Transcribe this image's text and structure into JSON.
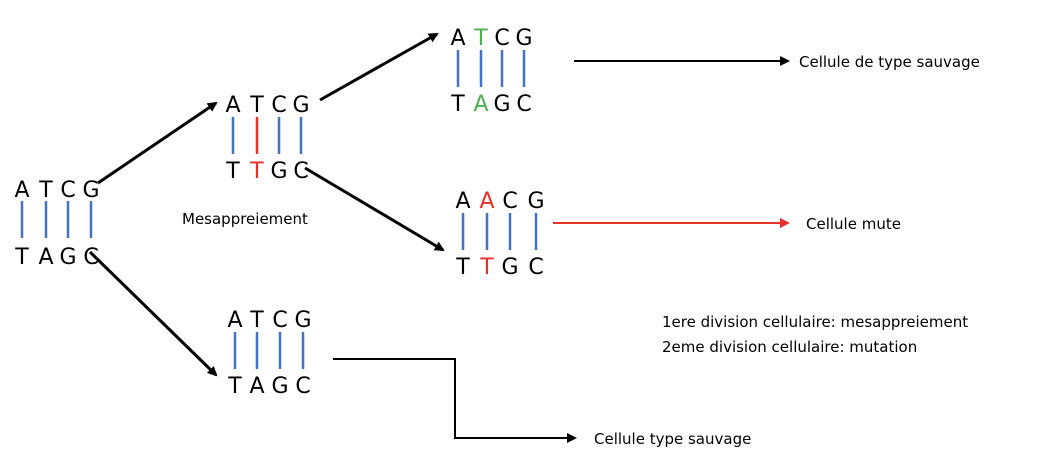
{
  "colors": {
    "bond": "#4472C4",
    "mismatch": "#E8302A",
    "wildtype_highlight": "#4CAF50",
    "arrow": "#000000",
    "text": "#000000"
  },
  "molecules": [
    {
      "id": "parent",
      "top": [
        "A",
        "T",
        "C",
        "G"
      ],
      "bottom": [
        "T",
        "A",
        "G",
        "C"
      ],
      "top_colors": [
        "text",
        "text",
        "text",
        "text"
      ],
      "bottom_colors": [
        "text",
        "text",
        "text",
        "text"
      ],
      "bond_colors": [
        "bond",
        "bond",
        "bond",
        "bond"
      ]
    },
    {
      "id": "mismatch",
      "top": [
        "A",
        "T",
        "C",
        "G"
      ],
      "bottom": [
        "T",
        "T",
        "G",
        "C"
      ],
      "top_colors": [
        "text",
        "text",
        "text",
        "text"
      ],
      "bottom_colors": [
        "text",
        "mismatch",
        "text",
        "text"
      ],
      "bond_colors": [
        "bond",
        "mismatch",
        "bond",
        "bond"
      ]
    },
    {
      "id": "gen2-wild",
      "top": [
        "A",
        "T",
        "C",
        "G"
      ],
      "bottom": [
        "T",
        "A",
        "G",
        "C"
      ],
      "top_colors": [
        "text",
        "wildtype_highlight",
        "text",
        "text"
      ],
      "bottom_colors": [
        "text",
        "wildtype_highlight",
        "text",
        "text"
      ],
      "bond_colors": [
        "bond",
        "bond",
        "bond",
        "bond"
      ]
    },
    {
      "id": "gen2-mutant",
      "top": [
        "A",
        "A",
        "C",
        "G"
      ],
      "bottom": [
        "T",
        "T",
        "G",
        "C"
      ],
      "top_colors": [
        "text",
        "mismatch",
        "text",
        "text"
      ],
      "bottom_colors": [
        "text",
        "mismatch",
        "text",
        "text"
      ],
      "bond_colors": [
        "bond",
        "bond",
        "bond",
        "bond"
      ]
    },
    {
      "id": "gen1-wild",
      "top": [
        "A",
        "T",
        "C",
        "G"
      ],
      "bottom": [
        "T",
        "A",
        "G",
        "C"
      ],
      "top_colors": [
        "text",
        "text",
        "text",
        "text"
      ],
      "bottom_colors": [
        "text",
        "text",
        "text",
        "text"
      ],
      "bond_colors": [
        "bond",
        "bond",
        "bond",
        "bond"
      ]
    }
  ],
  "labels": {
    "mesappariement": "Mesappreiement",
    "cell_wild_top": "Cellule de type sauvage",
    "cell_mutant": "Cellule mute",
    "cell_wild_bottom": "Cellule type sauvage",
    "legend_line1": "1ere division cellulaire: mesappreiement",
    "legend_line2": "2eme division cellulaire: mutation"
  }
}
